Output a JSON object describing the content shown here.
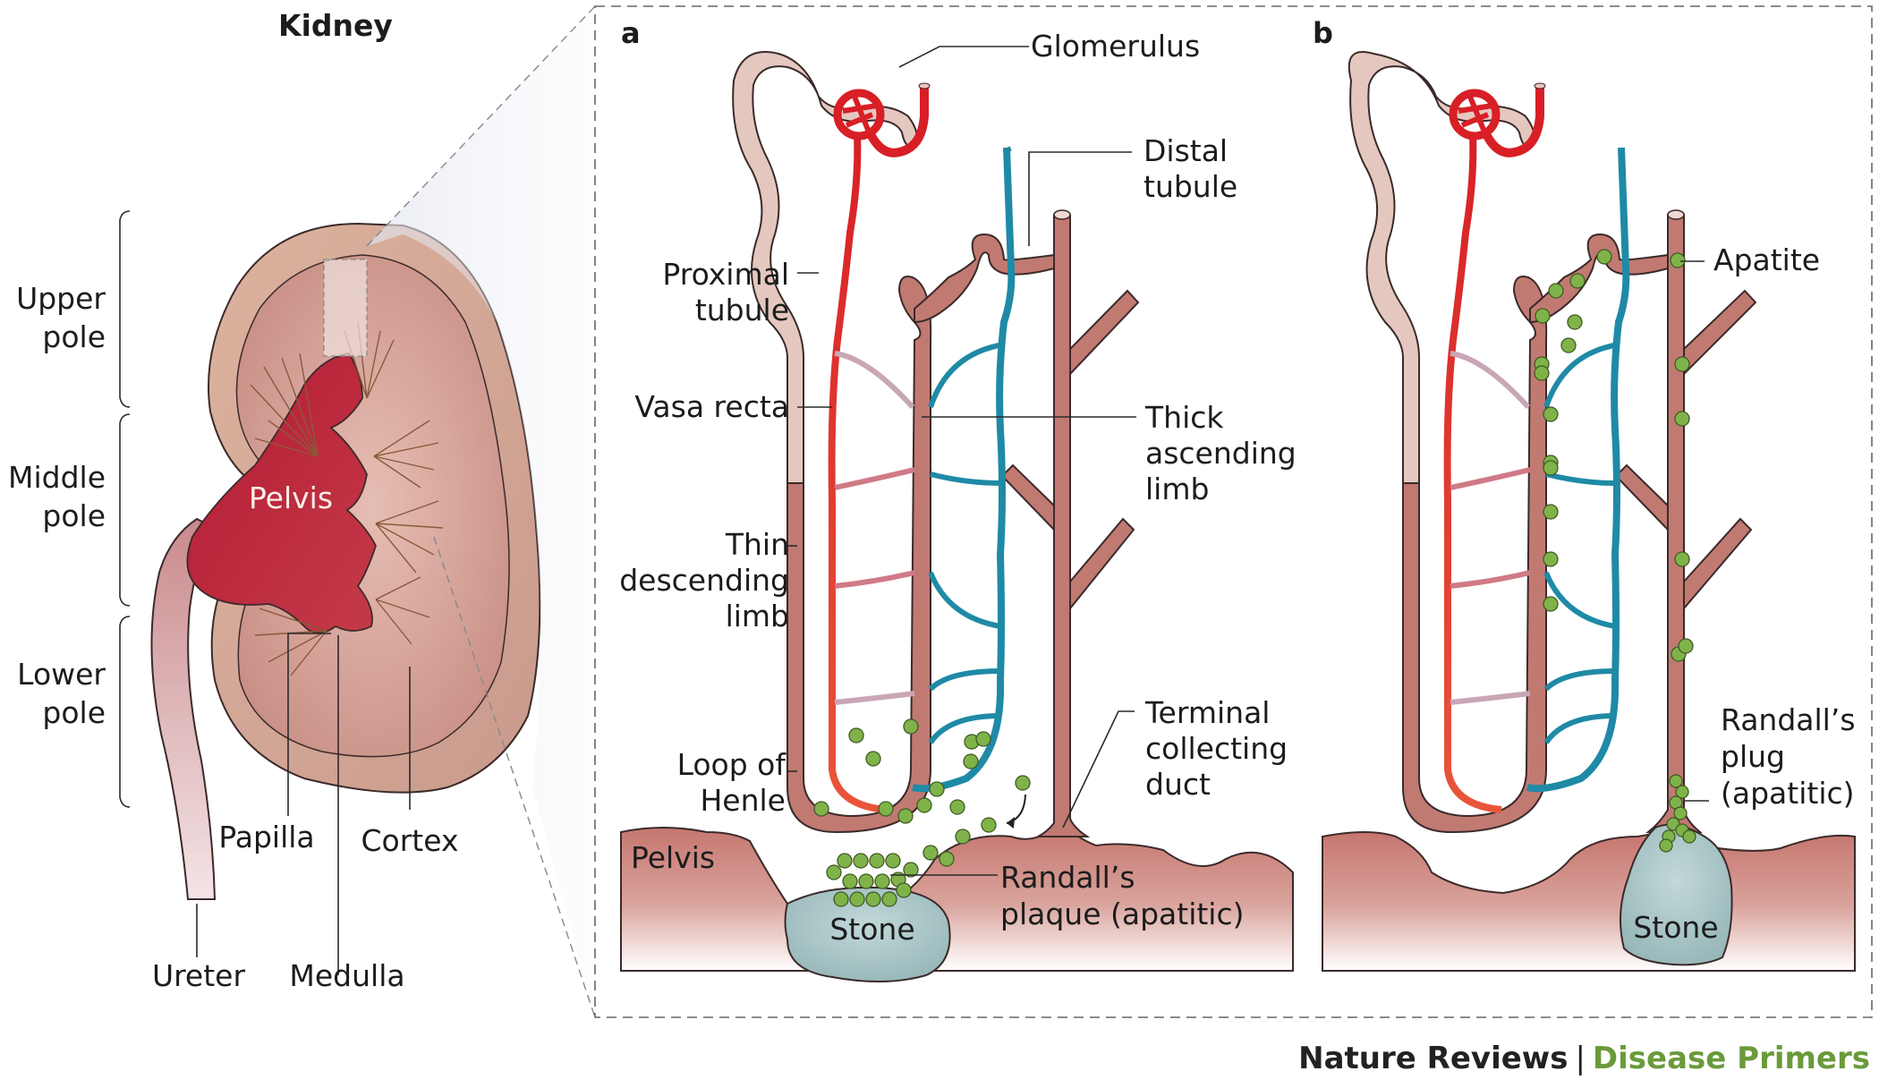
{
  "kidney": {
    "title": "Kidney",
    "poles": [
      {
        "line1": "Upper",
        "line2": "pole"
      },
      {
        "line1": "Middle",
        "line2": "pole"
      },
      {
        "line1": "Lower",
        "line2": "pole"
      }
    ],
    "labels": {
      "pelvis": "Pelvis",
      "papilla": "Papilla",
      "cortex": "Cortex",
      "ureter": "Ureter",
      "medulla": "Medulla"
    }
  },
  "panel_a": {
    "letter": "a",
    "labels": {
      "glomerulus": "Glomerulus",
      "distal_1": "Distal",
      "distal_2": "tubule",
      "proximal_1": "Proximal",
      "proximal_2": "tubule",
      "vasa_recta": "Vasa recta",
      "thick_1": "Thick",
      "thick_2": "ascending",
      "thick_3": "limb",
      "thin_1": "Thin",
      "thin_2": "descending",
      "thin_3": "limb",
      "loop_1": "Loop of",
      "loop_2": "Henle",
      "terminal_1": "Terminal",
      "terminal_2": "collecting",
      "terminal_3": "duct",
      "pelvis": "Pelvis",
      "stone": "Stone",
      "plaque_1": "Randall’s",
      "plaque_2": "plaque (apatitic)"
    }
  },
  "panel_b": {
    "letter": "b",
    "labels": {
      "apatite": "Apatite",
      "plug_1": "Randall’s",
      "plug_2": "plug",
      "plug_3": "(apatitic)",
      "stone": "Stone"
    }
  },
  "footer": {
    "brand": "Nature Reviews",
    "separator": "|",
    "series": "Disease Primers"
  },
  "colors": {
    "artery_red": "#d81f26",
    "vein_blue": "#1f8aa6",
    "tubule_brown": "#c17a72",
    "proximal_pink": "#e4c8c0",
    "apatite_green": "#7fb34a",
    "stone_blue": "#a9c6c8",
    "series_green": "#6a9a3a"
  }
}
